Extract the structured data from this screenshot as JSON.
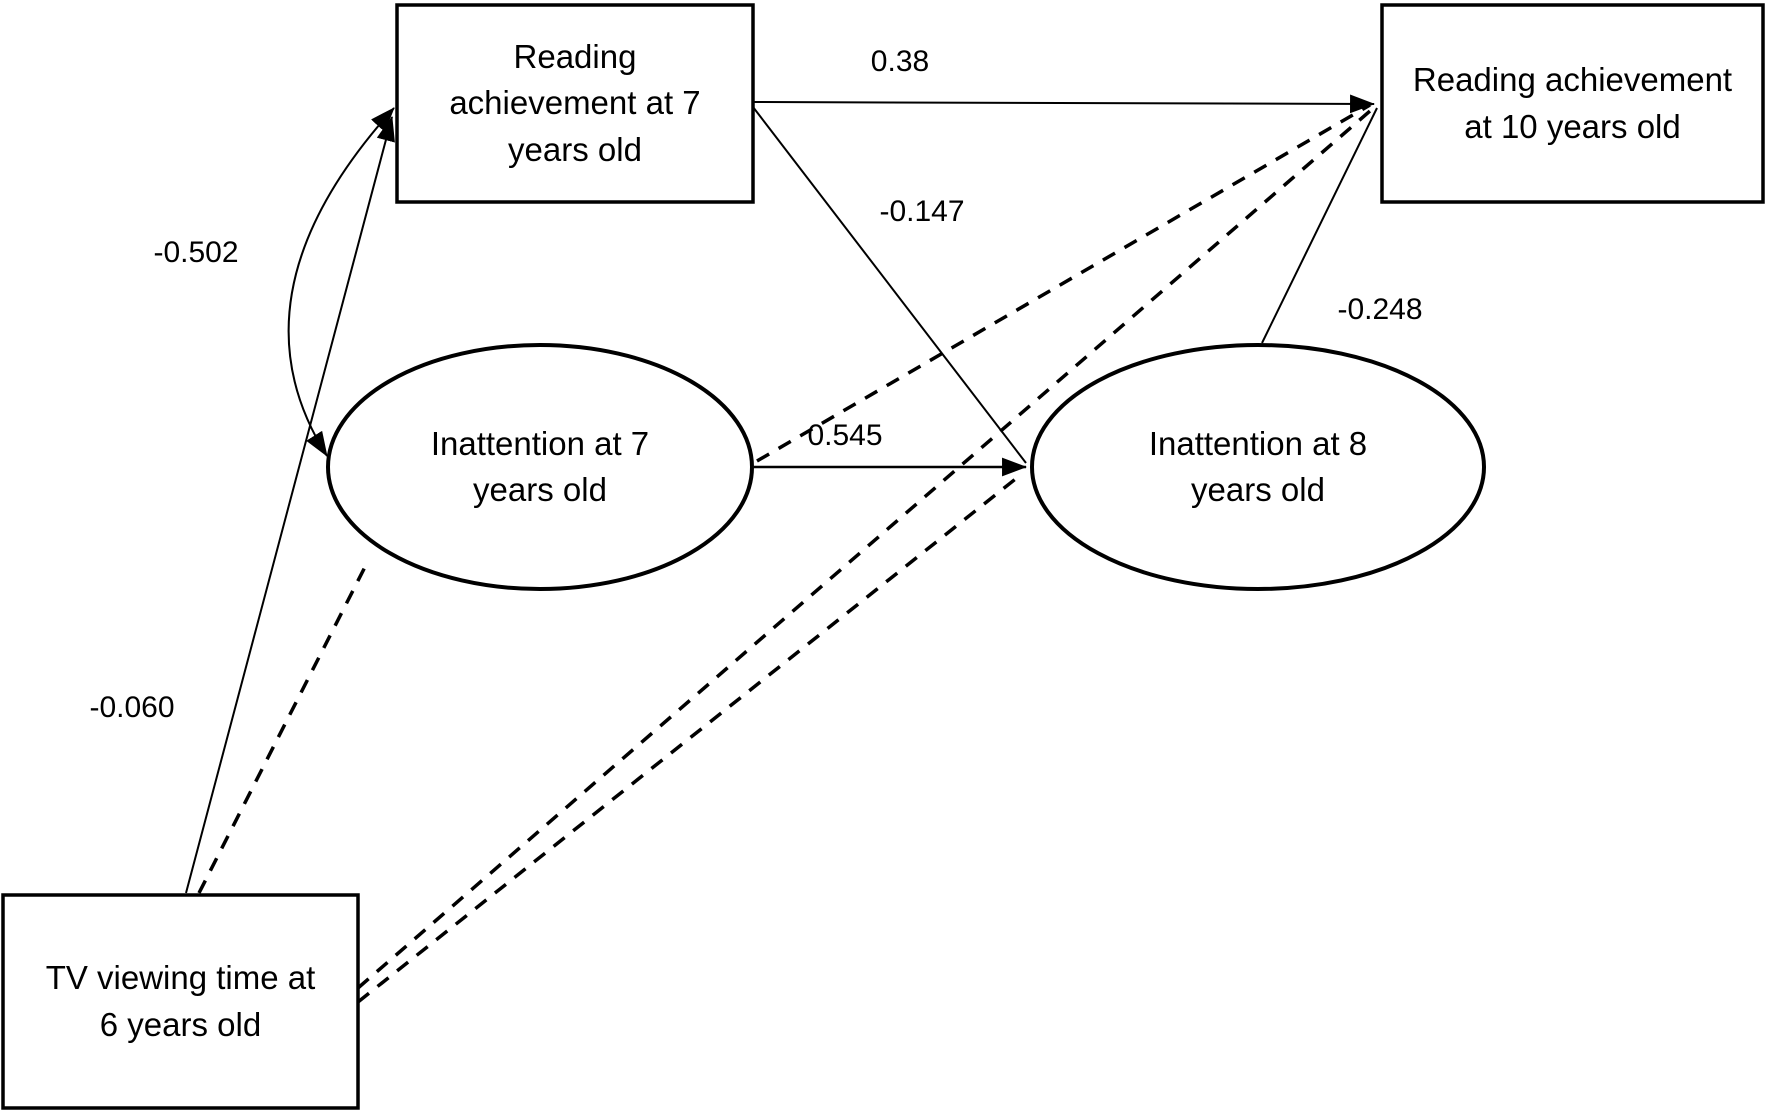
{
  "figure": {
    "background_color": "#ffffff",
    "line_color": "#000000",
    "text_color": "#000000"
  },
  "nodes": {
    "reading7": {
      "label": "Reading\nachievement at 7\nyears old",
      "shape": "rect"
    },
    "reading10": {
      "label": "Reading achievement\nat 10 years old",
      "shape": "rect"
    },
    "inattention7": {
      "label": "Inattention at 7\nyears old",
      "shape": "ellipse"
    },
    "inattention8": {
      "label": "Inattention at 8\nyears old",
      "shape": "ellipse"
    },
    "tv6": {
      "label": "TV viewing time at\n6 years old",
      "shape": "rect"
    }
  },
  "edges": {
    "reading7_reading10": {
      "coefficient": "0.38",
      "style": "solid"
    },
    "reading7_inattention8": {
      "coefficient": "-0.147",
      "style": "solid"
    },
    "inattention7_inattention8": {
      "coefficient": "0.545",
      "style": "solid"
    },
    "inattention8_reading10": {
      "coefficient": "-0.248",
      "style": "solid"
    },
    "tv6_reading7": {
      "coefficient": "-0.060",
      "style": "solid"
    },
    "reading7_inattention7": {
      "coefficient": "-0.502",
      "style": "curved-double-arrow"
    },
    "tv6_inattention7": {
      "coefficient": "",
      "style": "dashed"
    },
    "tv6_inattention8": {
      "coefficient": "",
      "style": "dashed"
    },
    "tv6_reading10": {
      "coefficient": "",
      "style": "dashed"
    },
    "inattention7_reading10": {
      "coefficient": "",
      "style": "dashed"
    }
  }
}
